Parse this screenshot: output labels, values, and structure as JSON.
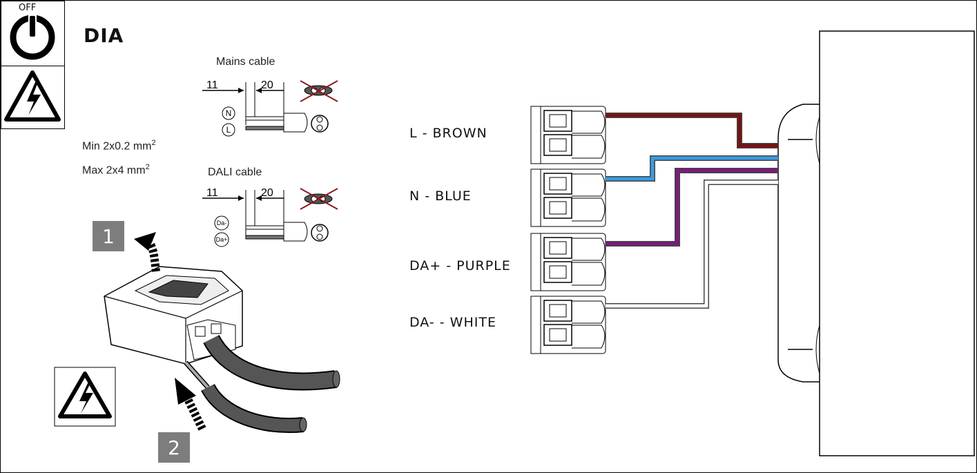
{
  "header": {
    "off_label": "OFF",
    "title": "DIA"
  },
  "cable_specs": {
    "mains_title": "Mains cable",
    "dali_title": "DALI cable",
    "strip_length_1": "11",
    "strip_length_2": "20",
    "mains_conductors": [
      "N",
      "L"
    ],
    "dali_conductors": [
      "Da-",
      "Da+"
    ],
    "min_section": "Min  2x0.2 mm",
    "max_section": "Max 2x4 mm",
    "section_exponent": "2"
  },
  "steps": [
    "1",
    "2"
  ],
  "wiring": {
    "labels": [
      "L - BROWN",
      "N - BLUE",
      "DA+ - PURPLE",
      "DA- - WHITE"
    ],
    "colors": {
      "brown": "#7a0f12",
      "blue": "#3a9be0",
      "purple": "#7b1a7e",
      "white": "#ffffff"
    }
  },
  "icons": [
    "power-off-icon",
    "high-voltage-warning-icon"
  ]
}
